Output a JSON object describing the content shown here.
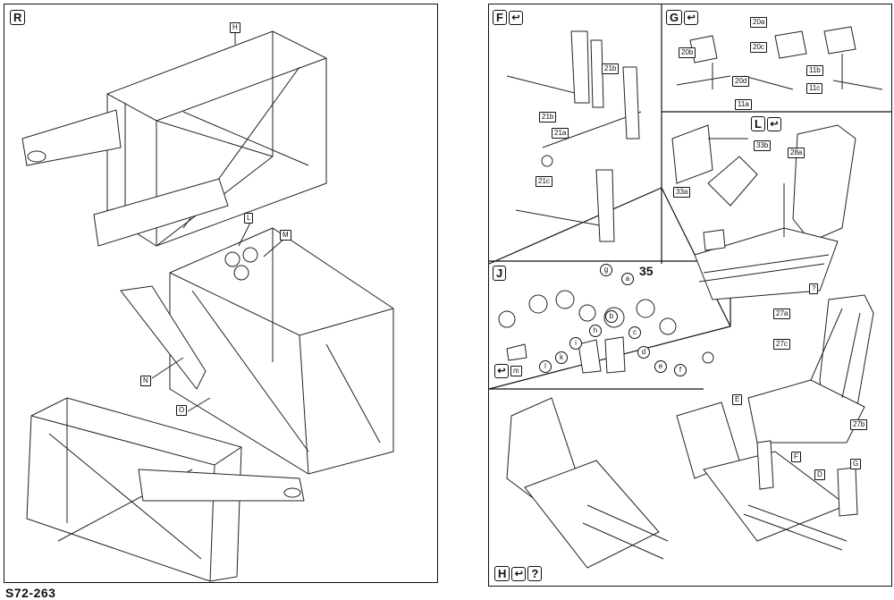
{
  "document_code": "S72-263",
  "left_page": {
    "step": "R",
    "callouts": [
      "H",
      "L",
      "M",
      "N",
      "O"
    ]
  },
  "right_page": {
    "step_f": {
      "letter": "F",
      "parts": [
        "21b",
        "21b",
        "21a",
        "21c"
      ]
    },
    "step_g": {
      "letter": "G",
      "parts": [
        "20a",
        "20b",
        "20c",
        "20d",
        "11b",
        "11c",
        "11a"
      ]
    },
    "step_l": {
      "letter": "L",
      "parts": [
        "33b",
        "33a",
        "28a"
      ]
    },
    "step_j": {
      "letter": "J",
      "number": "35",
      "parts": [
        "g",
        "a",
        "b",
        "c",
        "h",
        "i",
        "k",
        "l",
        "d",
        "e",
        "f",
        "m"
      ]
    },
    "unknown_mark": "?",
    "seat_parts": [
      "27a",
      "27c",
      "27b"
    ],
    "step_h": {
      "letter": "H",
      "mark": "?",
      "callouts": [
        "E",
        "F",
        "D",
        "G"
      ]
    }
  }
}
